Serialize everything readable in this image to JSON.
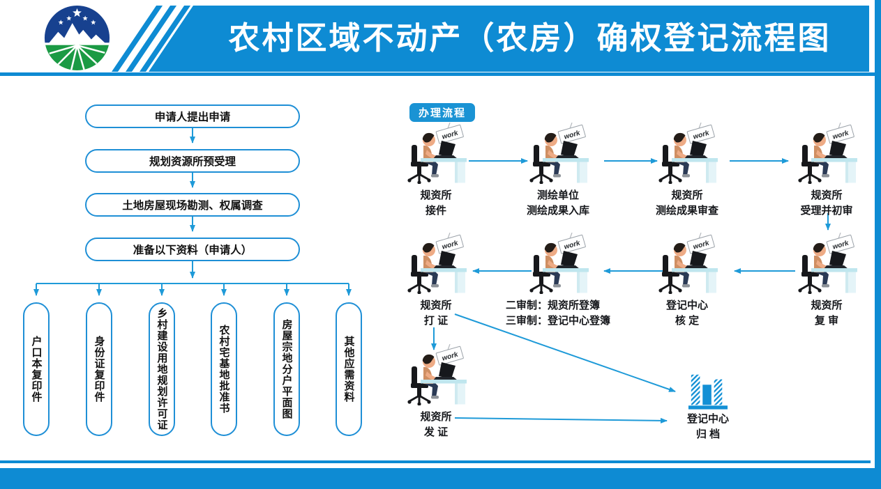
{
  "header": {
    "title": "农村区域不动产（农房）确权登记流程图"
  },
  "colors": {
    "primary_blue": "#0e8bd3",
    "connector_blue": "#1e9ad8",
    "box_border_blue": "#1e8fd6",
    "logo_blue": "#17418f",
    "logo_green": "#1b9a44"
  },
  "left_flow": {
    "steps": [
      "申请人提出申请",
      "规划资源所预受理",
      "土地房屋现场勘测、权属调查",
      "准备以下资料（申请人）"
    ],
    "materials": [
      "户口本复印件",
      "身份证复印件",
      "乡村建设用地规划许可证",
      "农村宅基地批准书",
      "房屋宗地分户平面图",
      "其他应需资料"
    ]
  },
  "process": {
    "badge_label": "办理流程",
    "work_tag": "work",
    "steps": [
      {
        "line1": "规资所",
        "line2": "接件"
      },
      {
        "line1": "测绘单位",
        "line2": "测绘成果入库"
      },
      {
        "line1": "规资所",
        "line2": "测绘成果审查"
      },
      {
        "line1": "规资所",
        "line2": "受理并初审"
      },
      {
        "line1": "规资所",
        "line2": "复 审"
      },
      {
        "line1": "登记中心",
        "line2": "核 定"
      },
      {
        "line1": "二审制：规资所登簿",
        "line2": "三审制：登记中心登簿"
      },
      {
        "line1": "规资所",
        "line2": "打 证"
      },
      {
        "line1": "规资所",
        "line2": "发 证"
      },
      {
        "line1": "登记中心",
        "line2": "归 档"
      }
    ]
  }
}
